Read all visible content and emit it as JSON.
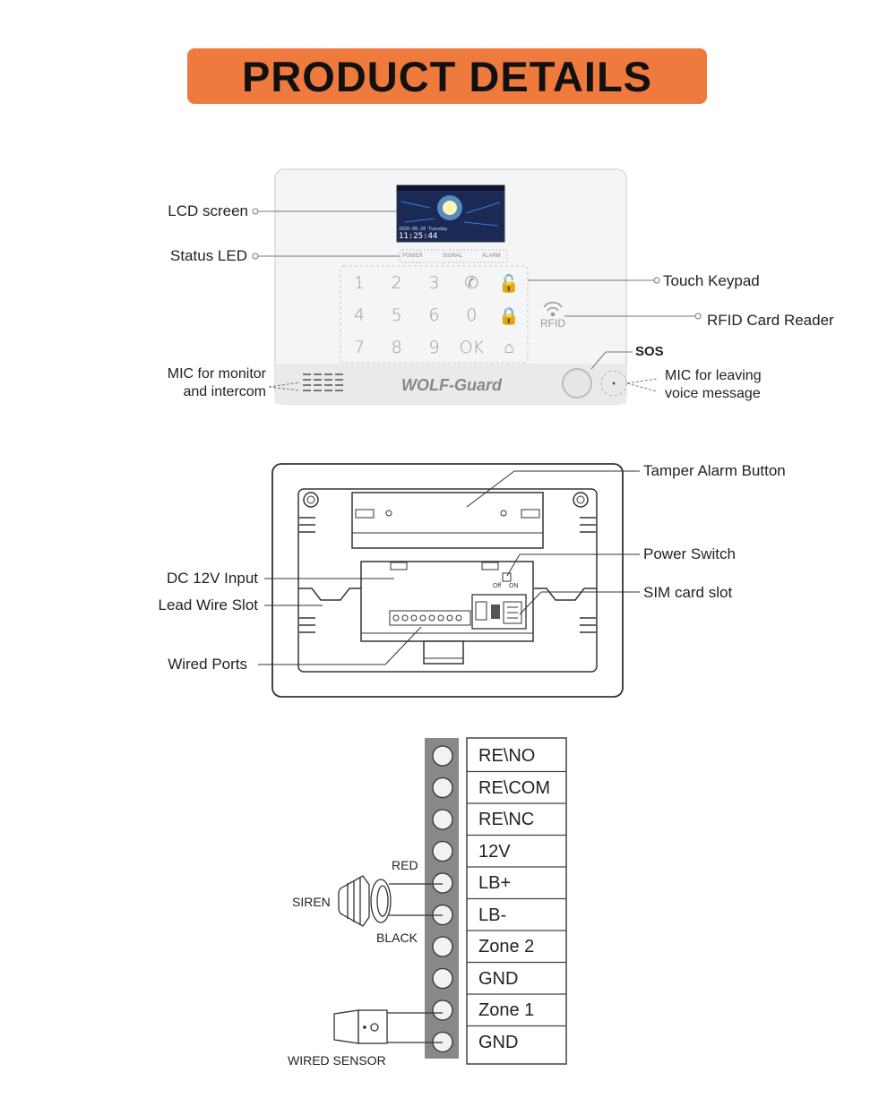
{
  "header": {
    "title": "PRODUCT DETAILS"
  },
  "front_panel": {
    "brand": "WOLF-Guard",
    "screen_time": "11:25:44",
    "screen_date": "2020-08-20 Tuesday",
    "led_labels": [
      "POWER",
      "SIGNAL",
      "ALARM"
    ],
    "keypad": [
      "1",
      "2",
      "3",
      "✆",
      "🔓",
      "4",
      "5",
      "6",
      "0",
      "🔒",
      "7",
      "8",
      "9",
      "OK",
      "⌂"
    ],
    "rfid_text": "RFID",
    "callouts": {
      "lcd_screen": "LCD screen",
      "status_led": "Status LED",
      "touch_keypad": "Touch Keypad",
      "rfid_reader": "RFID Card Reader",
      "sos": "SOS",
      "mic_monitor_line1": "MIC for monitor",
      "mic_monitor_line2": "and intercom",
      "mic_leaving_line1": "MIC for leaving",
      "mic_leaving_line2": "voice message"
    }
  },
  "back_panel": {
    "switch_off": "Off",
    "switch_on": "ON",
    "callouts": {
      "tamper": "Tamper Alarm Button",
      "power_switch": "Power Switch",
      "dc_input": "DC 12V Input",
      "lead_wire": "Lead Wire Slot",
      "sim_slot": "SIM card slot",
      "wired_ports": "Wired Ports"
    }
  },
  "wiring": {
    "terminals": [
      "RE\\NO",
      "RE\\COM",
      "RE\\NC",
      "12V",
      "LB+",
      "LB-",
      "Zone 2",
      "GND",
      "Zone 1",
      "GND"
    ],
    "labels": {
      "red": "RED",
      "black": "BLACK",
      "siren": "SIREN",
      "wired_sensor": "WIRED SENSOR"
    }
  }
}
